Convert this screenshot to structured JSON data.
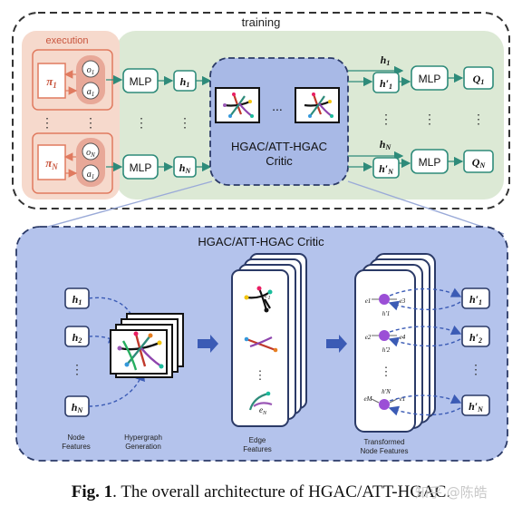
{
  "top": {
    "training_label": "training",
    "execution_label": "execution",
    "policy_top": "π",
    "policy_top_sub": "1",
    "policy_bottom": "π",
    "policy_bottom_sub": "N",
    "obs_top": "o",
    "obs_top_sub": "1",
    "act_top": "a",
    "act_top_sub": "1",
    "obs_bottom": "o",
    "obs_bottom_sub": "N",
    "act_bottom": "a",
    "act_bottom_sub": "1",
    "mlp_label": "MLP",
    "h_top": "h",
    "h_top_sub": "1",
    "h_bottom": "h",
    "h_bottom_sub": "N",
    "critic_label_line1": "HGAC/ATT-HGAC",
    "critic_label_line2": "Critic",
    "dots_h": "...",
    "dots_v": "⋮",
    "out_h_top": "h",
    "out_h_top_sub": "1",
    "out_hp_top": "h′",
    "out_hp_top_sub": "1",
    "out_h_bottom": "h",
    "out_h_bottom_sub": "N",
    "out_hp_bottom": "h′",
    "out_hp_bottom_sub": "N",
    "q_top": "Q",
    "q_top_sub": "1",
    "q_bottom": "Q",
    "q_bottom_sub": "N"
  },
  "bottom": {
    "title": "HGAC/ATT-HGAC Critic",
    "h1": "h",
    "h1_sub": "1",
    "h2": "h",
    "h2_sub": "2",
    "hN": "h",
    "hN_sub": "N",
    "node_features_line1": "Node",
    "node_features_line2": "Features",
    "hypergraph_line1": "Hypergraph",
    "hypergraph_line2": "Generation",
    "edge_features_line1": "Edge",
    "edge_features_line2": "Features",
    "transformed_line1": "Transformed",
    "transformed_line2": "Node Features",
    "e1": "e",
    "e1_sub": "1",
    "eN": "e",
    "eN_sub": "N",
    "node_labels": [
      "h′1",
      "h′2",
      "h′N"
    ],
    "edge_labels_left": [
      "e1",
      "e2",
      "eM"
    ],
    "edge_labels_right": [
      "e3",
      "e4",
      "e1"
    ],
    "out_hp1": "h′",
    "out_hp1_sub": "1",
    "out_hp2": "h′",
    "out_hp2_sub": "2",
    "out_hpN": "h′",
    "out_hpN_sub": "N"
  },
  "caption": {
    "prefix": "Fig. 1",
    "text": ". The overall architecture of HGAC/ATT-HGAC."
  },
  "watermark": "知乎 @陈皓",
  "colors": {
    "execution_fill": "#f6d9cc",
    "execution_stroke": "#e07a5f",
    "green_fill": "#dce9d5",
    "critic_fill": "#a8b9e6",
    "critic_stroke": "#2b3a67",
    "teal": "#2e8b7a",
    "dark": "#1a1a2e",
    "blue_panel": "#b4c3ec"
  }
}
